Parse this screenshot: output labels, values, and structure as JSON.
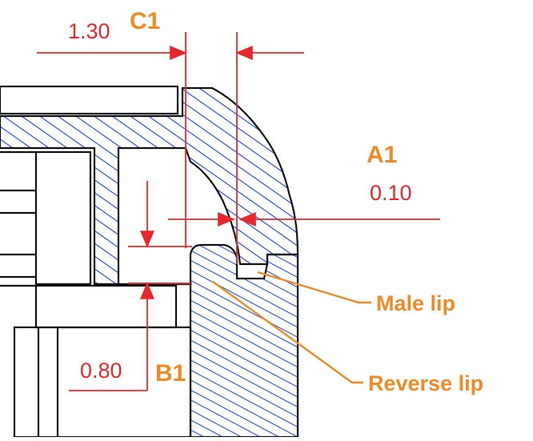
{
  "dimensions": {
    "c1": {
      "label": "C1",
      "value": "1.30"
    },
    "a1": {
      "label": "A1",
      "value": "0.10"
    },
    "b1": {
      "label": "B1",
      "value": "0.80"
    }
  },
  "callouts": {
    "male_lip": "Male lip",
    "reverse_lip": "Reverse lip"
  },
  "colors": {
    "dimension": "#e8272a",
    "label": "#f08a24",
    "hatch": "#2451d8",
    "outline": "#111111"
  }
}
